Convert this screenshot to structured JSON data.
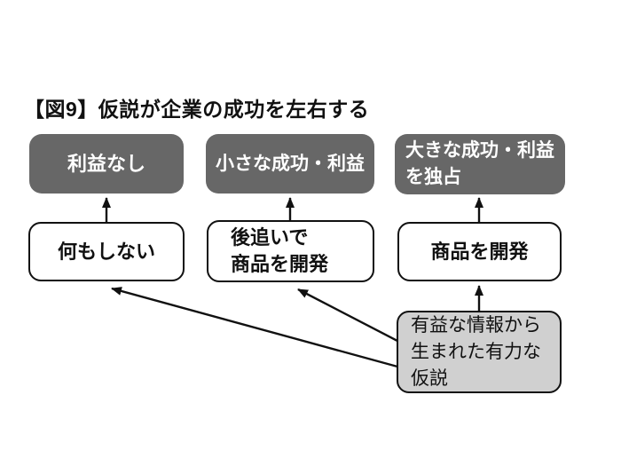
{
  "figure": {
    "title": "【図9】仮説が企業の成功を左右する"
  },
  "colors": {
    "outcome-bg": "#676767",
    "outcome-text": "#ffffff",
    "action-bg": "#ffffff",
    "hypothesis-bg": "#d0d0d0",
    "line": "#111111",
    "text": "#111111",
    "background": "#ffffff"
  },
  "nodes": {
    "outcome_none": {
      "label": "利益なし"
    },
    "outcome_small": {
      "label": "小さな成功・利益"
    },
    "outcome_big": {
      "label": "大きな成功・利益\nを独占"
    },
    "action_nothing": {
      "label": "何もしない"
    },
    "action_follow": {
      "label": "後追いで\n商品を開発"
    },
    "action_develop": {
      "label": "商品を開発"
    },
    "hypothesis": {
      "label": "有益な情報から\n生まれた有力な\n仮説"
    }
  },
  "edges": [
    {
      "from": "action_nothing",
      "to": "outcome_none"
    },
    {
      "from": "action_follow",
      "to": "outcome_small"
    },
    {
      "from": "action_develop",
      "to": "outcome_big"
    },
    {
      "from": "hypothesis",
      "to": "action_develop"
    },
    {
      "from": "hypothesis",
      "to": "action_follow"
    },
    {
      "from": "hypothesis",
      "to": "action_nothing"
    }
  ]
}
